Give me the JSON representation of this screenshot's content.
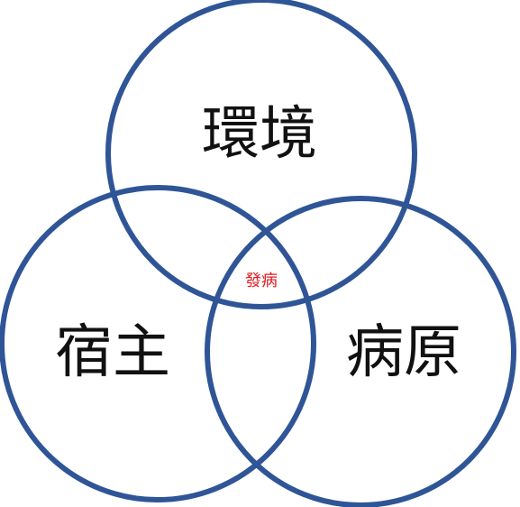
{
  "diagram": {
    "type": "venn-3",
    "colors": {
      "circle_stroke": "#2f5597",
      "label_text": "#111111",
      "intersection_text": "#e0191f",
      "background": "#ffffff"
    },
    "sets": [
      {
        "id": "environment",
        "label": "環境"
      },
      {
        "id": "host",
        "label": "宿主"
      },
      {
        "id": "pathogen",
        "label": "病原"
      }
    ],
    "intersection_label": "發病"
  }
}
